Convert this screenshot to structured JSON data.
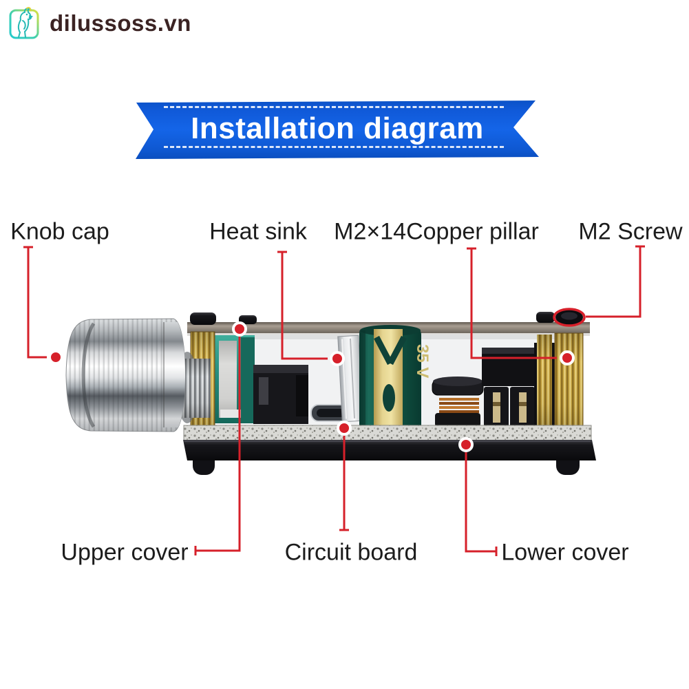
{
  "logo": {
    "text": "dilussoss.vn",
    "icon": "parrot-icon",
    "text_color": "#3b2323",
    "frame_gradient_start": "#1ec8d4",
    "frame_gradient_end": "#f0e43a"
  },
  "banner": {
    "title": "Installation diagram",
    "bg_color": "#1059d8",
    "text_color": "#ffffff"
  },
  "colors": {
    "annotation_red": "#d6202a",
    "label_text": "#1c1c1c",
    "brass": "#c9a53e",
    "capacitor_teal": "#155847",
    "pcb_speckle": "#d9d9d5"
  },
  "callouts": {
    "top": [
      {
        "label": "Knob cap"
      },
      {
        "label": "Heat sink"
      },
      {
        "label": "M2×14Copper pillar"
      },
      {
        "label": "M2 Screw"
      }
    ],
    "bottom": [
      {
        "label": "Upper cover"
      },
      {
        "label": "Circuit board"
      },
      {
        "label": "Lower cover"
      }
    ]
  },
  "photo": {
    "capacitor_marking": "35 V"
  }
}
